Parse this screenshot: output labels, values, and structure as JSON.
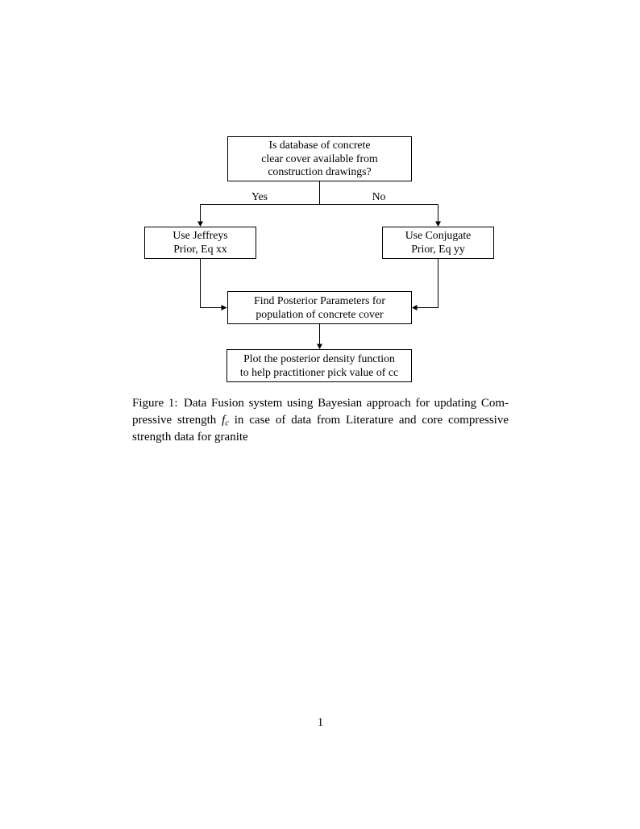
{
  "theme": {
    "ink": "#000000",
    "paper": "#ffffff"
  },
  "flowchart": {
    "top_box": {
      "lines": [
        "Is database of concrete",
        "clear cover available from",
        "construction drawings?"
      ]
    },
    "branch_labels": {
      "yes": "Yes",
      "no": "No"
    },
    "left_box": {
      "lines": [
        "Use Jeffreys",
        "Prior, Eq xx"
      ]
    },
    "right_box": {
      "lines": [
        "Use Conjugate",
        "Prior, Eq yy"
      ]
    },
    "middle_box": {
      "lines": [
        "Find Posterior Parameters for",
        "population of concrete cover"
      ]
    },
    "bottom_box": {
      "lines": [
        "Plot the posterior density function",
        "to help practitioner pick value of cc"
      ]
    }
  },
  "caption": {
    "line1": "Figure 1: Data Fusion system using Bayesian approach for updating Com-",
    "line2_prefix": "pressive strength ",
    "math": {
      "symbol": "f",
      "subscript": "c"
    },
    "line2_suffix": " in case of data from Literature and core compressive",
    "line3": "strength data for granite"
  },
  "page": {
    "number": "1"
  }
}
